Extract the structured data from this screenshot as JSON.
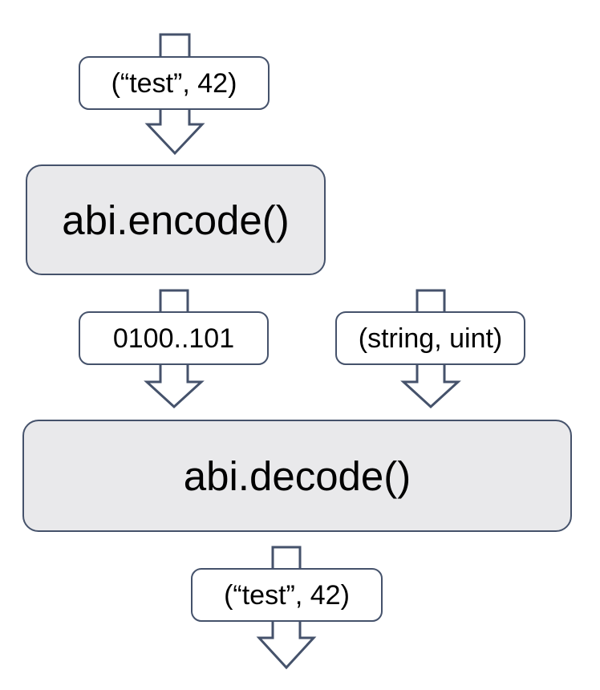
{
  "colors": {
    "stroke": "#45526b",
    "process_fill": "#e9e9eb",
    "label_fill": "#ffffff",
    "canvas_bg": "#ffffff",
    "text": "#000000"
  },
  "nodes": {
    "input_top": {
      "label": "(“test”, 42)"
    },
    "encode": {
      "label": "abi.encode()"
    },
    "encoded_bytes": {
      "label": "0100..101"
    },
    "types": {
      "label": "(string, uint)"
    },
    "decode": {
      "label": "abi.decode()"
    },
    "output": {
      "label": "(“test”, 42)"
    }
  },
  "edges": [
    {
      "through": "input_top",
      "to": "encode"
    },
    {
      "from": "encode",
      "through": "encoded_bytes",
      "to": "decode"
    },
    {
      "through": "types",
      "to": "decode"
    },
    {
      "from": "decode",
      "through": "output"
    }
  ]
}
